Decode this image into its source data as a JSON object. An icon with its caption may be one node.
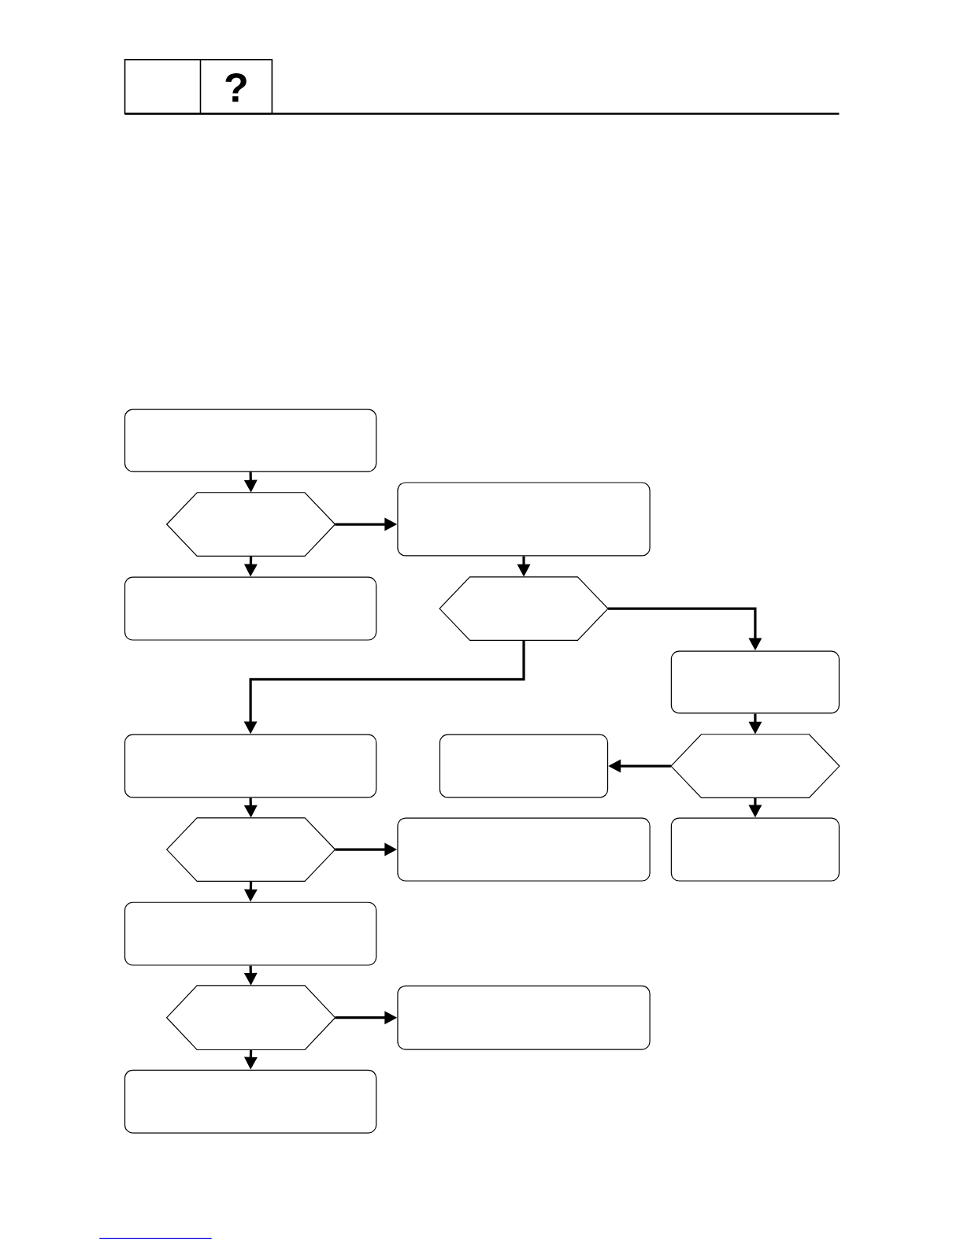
{
  "diagram": {
    "nodes": [
      {
        "text": [],
        "shape": "box"
      },
      {
        "text": [],
        "shape": "hexagon"
      },
      {
        "text": [],
        "shape": "box"
      },
      {
        "text": [],
        "shape": "box"
      },
      {
        "text": [],
        "shape": "hexagon"
      },
      {
        "text": [],
        "shape": "box"
      },
      {
        "text": [],
        "shape": "box"
      },
      {
        "text": [],
        "shape": "box"
      },
      {
        "text": [],
        "shape": "hexagon"
      },
      {
        "text": [],
        "shape": "hexagon"
      },
      {
        "text": [],
        "shape": "box"
      },
      {
        "text": [],
        "shape": "box"
      },
      {
        "text": [],
        "shape": "box"
      },
      {
        "text": [],
        "shape": "hexagon"
      },
      {
        "text": [],
        "shape": "box"
      },
      {
        "text": [],
        "shape": "box"
      }
    ],
    "edges": [
      {
        "from": 0,
        "to": 1,
        "arrow": "to"
      },
      {
        "from": 1,
        "to": 2,
        "arrow": "to"
      },
      {
        "from": 1,
        "to": 3,
        "arrow": "to"
      },
      {
        "from": 2,
        "to": 4,
        "arrow": "to"
      },
      {
        "from": 4,
        "to": 5,
        "arrow": "to"
      },
      {
        "from": 4,
        "to": 6,
        "arrow": "to"
      },
      {
        "from": 5,
        "to": 8,
        "arrow": "to"
      },
      {
        "from": 8,
        "to": 7,
        "arrow": "to"
      },
      {
        "from": 8,
        "to": 11,
        "arrow": "to"
      },
      {
        "from": 6,
        "to": 9,
        "arrow": "to"
      },
      {
        "from": 9,
        "to": 10,
        "arrow": "to"
      },
      {
        "from": 9,
        "to": 12,
        "arrow": "to"
      },
      {
        "from": 12,
        "to": 13,
        "arrow": "to"
      },
      {
        "from": 13,
        "to": 14,
        "arrow": "to"
      },
      {
        "from": 13,
        "to": 15,
        "arrow": "to"
      }
    ],
    "labels": [
      "?"
    ]
  }
}
